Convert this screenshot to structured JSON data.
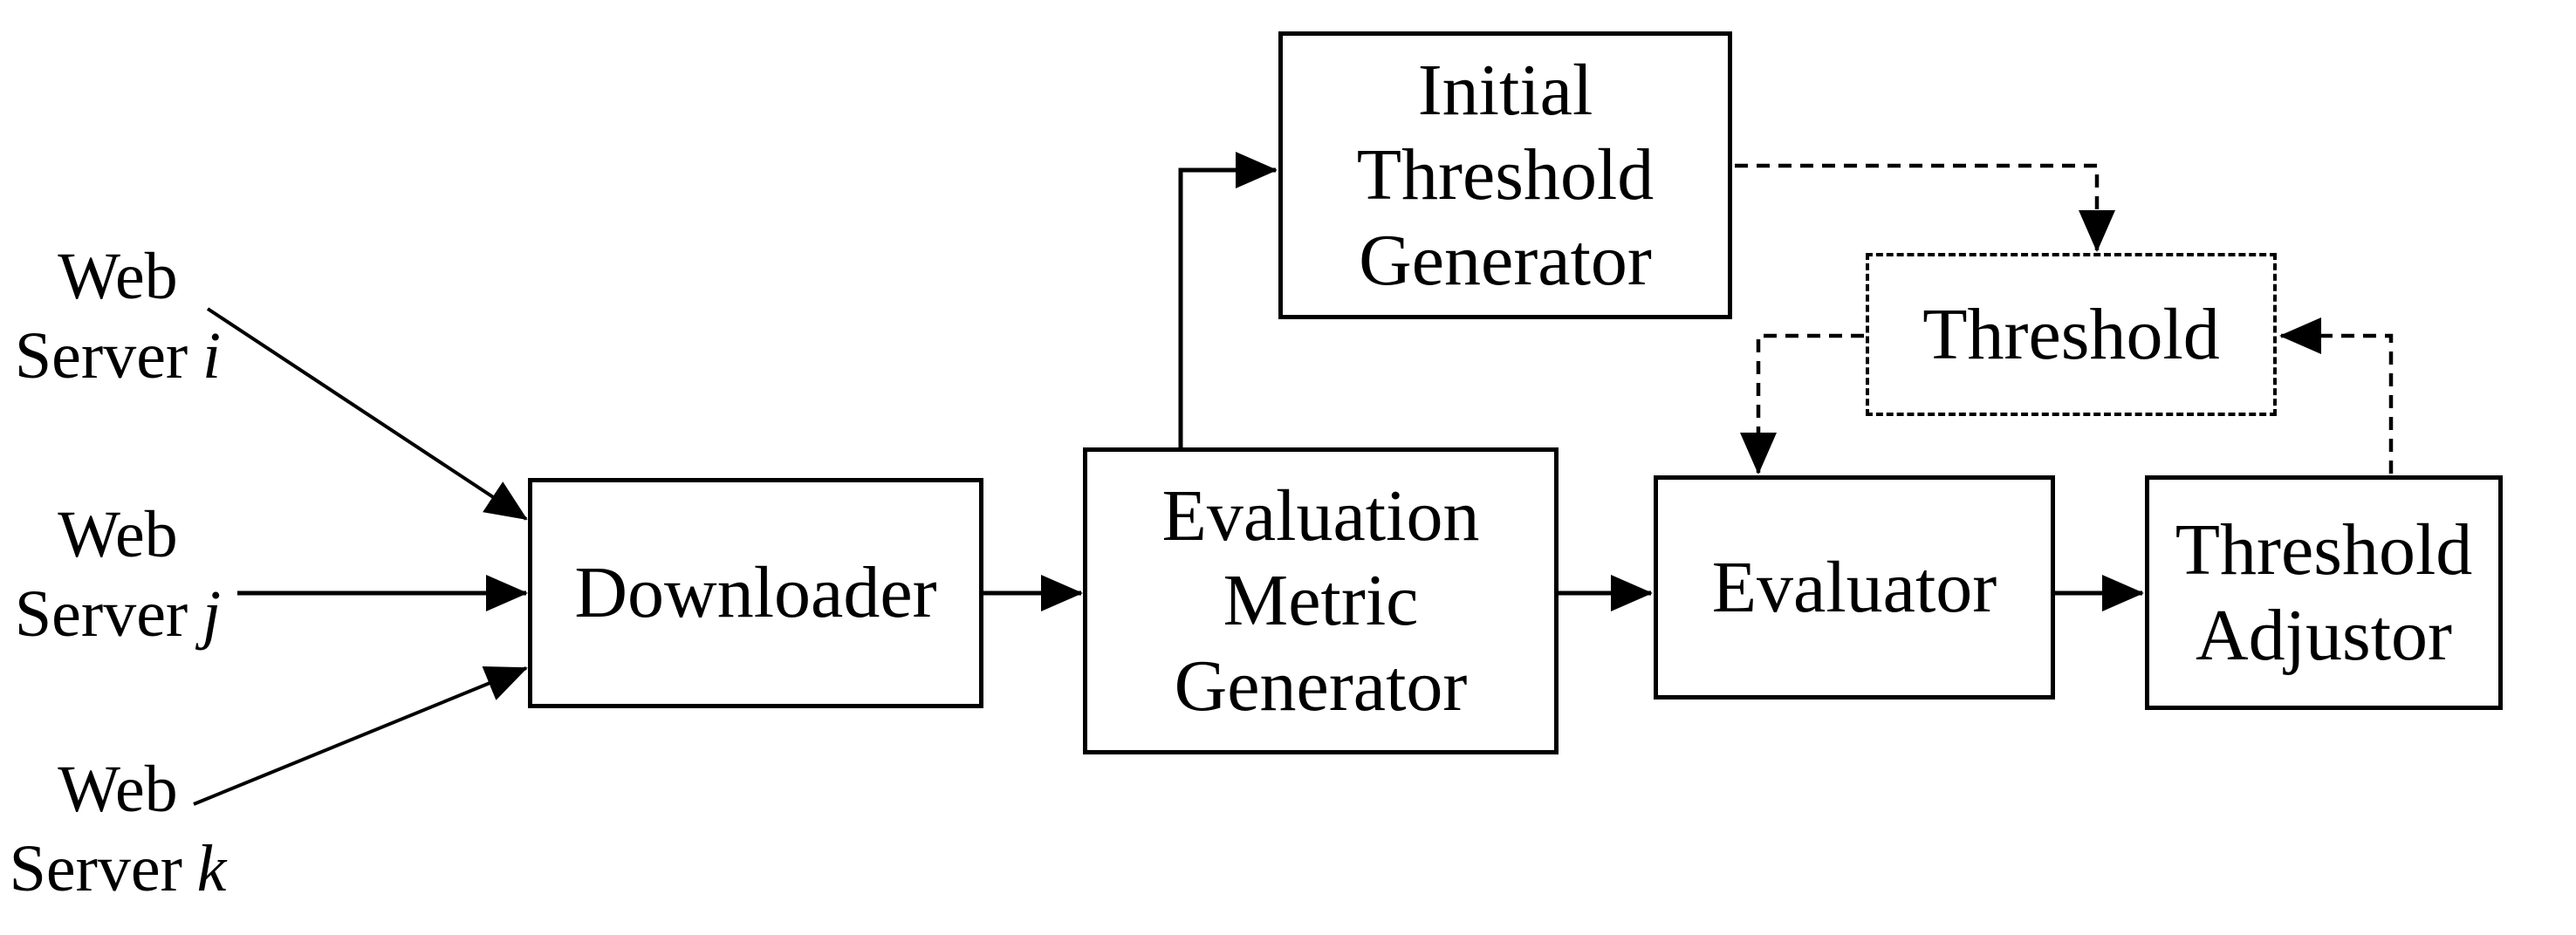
{
  "diagram": {
    "background": "#ffffff",
    "line_color": "#000000",
    "nodes": {
      "web_server_i": {
        "line1": "Web",
        "line2": "Server",
        "variable": "i"
      },
      "web_server_j": {
        "line1": "Web",
        "line2": "Server",
        "variable": "j"
      },
      "web_server_k": {
        "line1": "Web",
        "line2": "Server",
        "variable": "k"
      },
      "downloader": {
        "label": "Downloader"
      },
      "evaluation_metric_generator": {
        "lines": [
          "Evaluation",
          "Metric",
          "Generator"
        ]
      },
      "initial_threshold_generator": {
        "lines": [
          "Initial",
          "Threshold",
          "Generator"
        ]
      },
      "threshold": {
        "label": "Threshold"
      },
      "evaluator": {
        "label": "Evaluator"
      },
      "threshold_adjustor": {
        "lines": [
          "Threshold",
          "Adjustor"
        ]
      }
    },
    "edges": [
      {
        "from": "web-server-i",
        "to": "downloader",
        "style": "solid"
      },
      {
        "from": "web-server-j",
        "to": "downloader",
        "style": "solid"
      },
      {
        "from": "web-server-k",
        "to": "downloader",
        "style": "solid"
      },
      {
        "from": "downloader",
        "to": "evaluation-metric-generator",
        "style": "solid"
      },
      {
        "from": "evaluation-metric-generator",
        "to": "initial-threshold-generator",
        "style": "solid"
      },
      {
        "from": "evaluation-metric-generator",
        "to": "evaluator",
        "style": "solid"
      },
      {
        "from": "initial-threshold-generator",
        "to": "threshold",
        "style": "dashed"
      },
      {
        "from": "threshold",
        "to": "evaluator",
        "style": "dashed"
      },
      {
        "from": "evaluator",
        "to": "threshold-adjustor",
        "style": "solid"
      },
      {
        "from": "threshold-adjustor",
        "to": "threshold",
        "style": "dashed"
      }
    ]
  }
}
